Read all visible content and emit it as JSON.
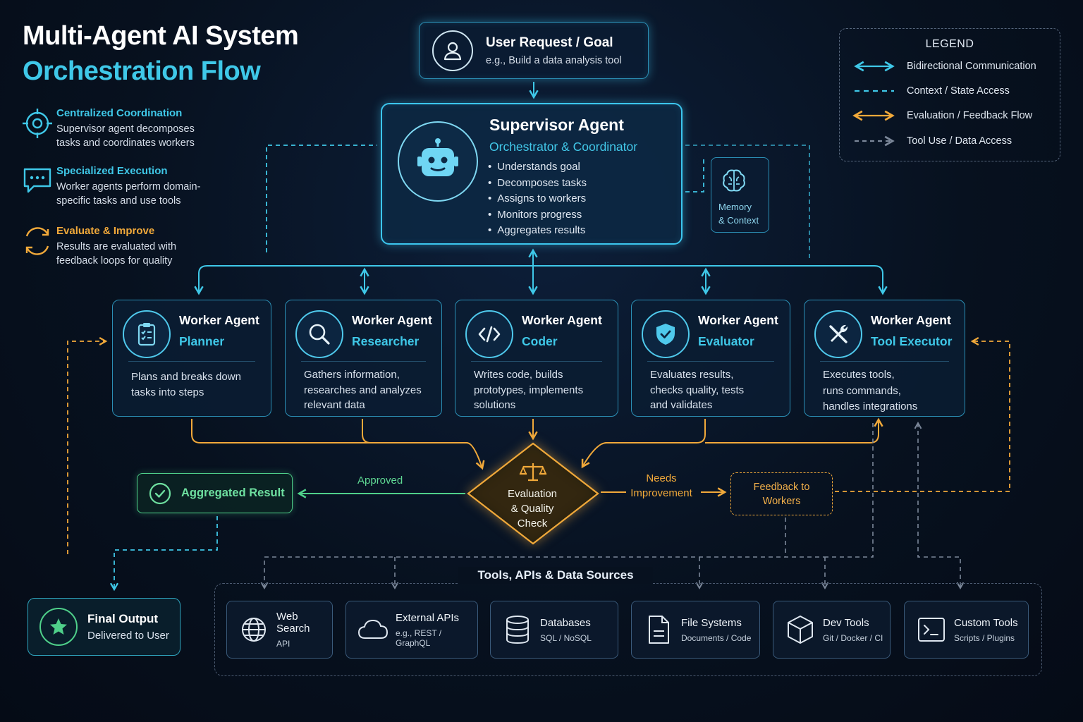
{
  "title": {
    "line1": "Multi-Agent AI System",
    "line2": "Orchestration Flow"
  },
  "colors": {
    "cyan": "#3fc8e8",
    "orange": "#f1a93a",
    "green": "#4fd08a",
    "gray": "#6b7a8e",
    "background": "#07111f"
  },
  "features": [
    {
      "icon": "target-icon",
      "title": "Centralized Coordination",
      "desc": [
        "Supervisor agent decomposes",
        "tasks and coordinates workers"
      ],
      "color": "#3fc8e8"
    },
    {
      "icon": "chat-bubble-icon",
      "title": "Specialized Execution",
      "desc": [
        "Worker agents perform domain-",
        "specific tasks and use tools"
      ],
      "color": "#3fc8e8"
    },
    {
      "icon": "refresh-cycle-icon",
      "title": "Evaluate & Improve",
      "desc": [
        "Results are evaluated with",
        "feedback loops for quality"
      ],
      "color": "#f1a93a"
    }
  ],
  "user_request": {
    "title": "User Request / Goal",
    "subtitle": "e.g., Build a data analysis tool",
    "icon": "user-icon"
  },
  "supervisor": {
    "title": "Supervisor Agent",
    "subtitle": "Orchestrator & Coordinator",
    "icon": "robot-icon",
    "bullets": [
      "Understands goal",
      "Decomposes tasks",
      "Assigns to workers",
      "Monitors progress",
      "Aggregates results"
    ]
  },
  "memory": {
    "label1": "Memory",
    "label2": "& Context",
    "icon": "brain-icon"
  },
  "legend": {
    "title": "LEGEND",
    "items": [
      {
        "label": "Bidirectional Communication",
        "style": "solid-bidirectional",
        "color": "#3fc8e8"
      },
      {
        "label": "Context / State Access",
        "style": "dashed",
        "color": "#3fc8e8"
      },
      {
        "label": "Evaluation / Feedback Flow",
        "style": "solid-arrow",
        "color": "#f1a93a"
      },
      {
        "label": "Tool Use / Data Access",
        "style": "dashed-arrow",
        "color": "#6b7a8e"
      }
    ]
  },
  "workers": [
    {
      "title": "Worker Agent",
      "role": "Planner",
      "icon": "clipboard-checklist-icon",
      "desc": [
        "Plans and breaks down",
        "tasks into steps"
      ]
    },
    {
      "title": "Worker Agent",
      "role": "Researcher",
      "icon": "magnifier-icon",
      "desc": [
        "Gathers information,",
        "researches and analyzes",
        "relevant data"
      ]
    },
    {
      "title": "Worker Agent",
      "role": "Coder",
      "icon": "code-brackets-icon",
      "desc": [
        "Writes code, builds",
        "prototypes, implements",
        "solutions"
      ]
    },
    {
      "title": "Worker Agent",
      "role": "Evaluator",
      "icon": "shield-check-icon",
      "desc": [
        "Evaluates results,",
        "checks quality, tests",
        "and validates"
      ]
    },
    {
      "title": "Worker Agent",
      "role": "Tool Executor",
      "icon": "wrench-screwdriver-icon",
      "desc": [
        "Executes tools,",
        "runs commands,",
        "handles integrations"
      ]
    }
  ],
  "evaluation": {
    "label": [
      "Evaluation",
      "& Quality",
      "Check"
    ],
    "icon": "scales-icon"
  },
  "aggregated": {
    "label": "Aggregated Result",
    "icon": "check-circle-icon"
  },
  "approved_label": "Approved",
  "needs_label": [
    "Needs",
    "Improvement"
  ],
  "feedback": {
    "label": [
      "Feedback to",
      "Workers"
    ]
  },
  "final_output": {
    "title": "Final Output",
    "subtitle": "Delivered to User",
    "icon": "star-icon"
  },
  "tools_header": "Tools, APIs & Data Sources",
  "tools": [
    {
      "title": "Web Search",
      "desc": "API",
      "icon": "globe-icon"
    },
    {
      "title": "External APIs",
      "desc": "e.g., REST / GraphQL",
      "icon": "cloud-icon"
    },
    {
      "title": "Databases",
      "desc": "SQL / NoSQL",
      "icon": "database-icon"
    },
    {
      "title": "File Systems",
      "desc": "Documents / Code",
      "icon": "file-icon"
    },
    {
      "title": "Dev Tools",
      "desc": "Git / Docker / CI",
      "icon": "cube-icon"
    },
    {
      "title": "Custom Tools",
      "desc": "Scripts / Plugins",
      "icon": "terminal-icon"
    }
  ]
}
